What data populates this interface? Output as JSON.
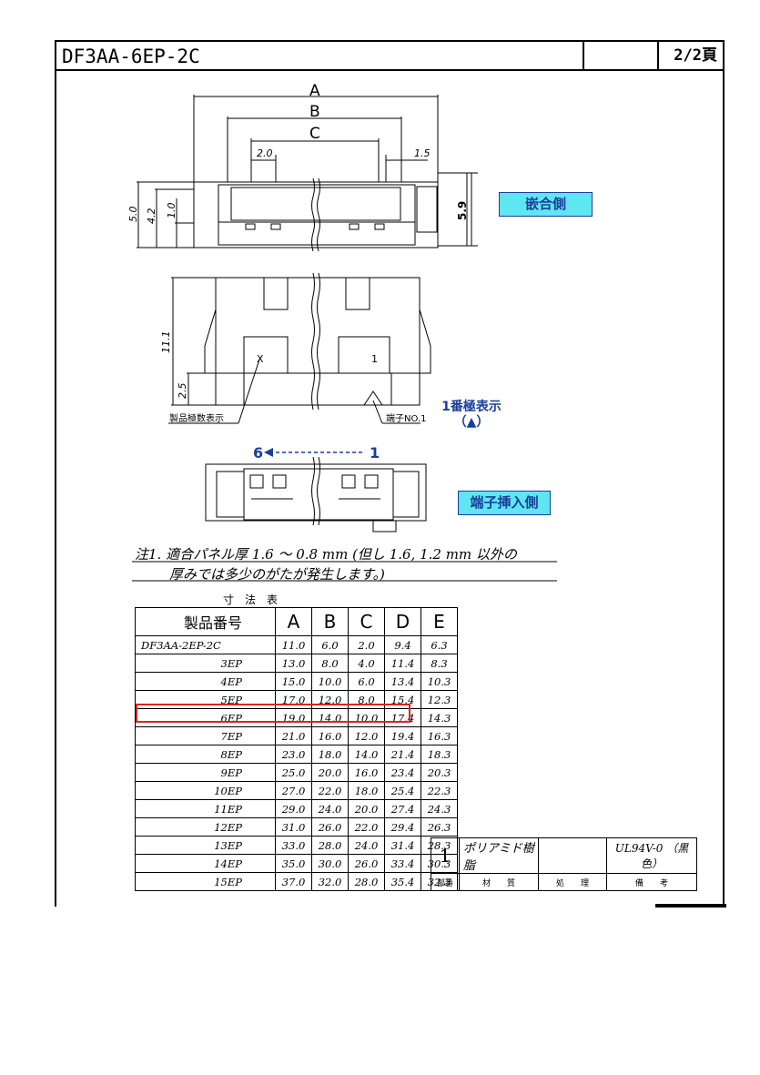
{
  "header": {
    "title": "DF3AA-6EP-2C",
    "page": "2/2頁"
  },
  "drawing": {
    "dims": {
      "A": "A",
      "B": "B",
      "C": "C",
      "pitch": "2.0",
      "d15": "1.5",
      "d50": "5.0",
      "d42": "4.2",
      "d10": "1.0",
      "d59": "5.9",
      "d111": "11.1",
      "d25": "2.5"
    },
    "side_mating": "嵌合側",
    "side_insert": "端子挿入側",
    "pin1_note": "1番極表示",
    "pin1_mark": "（▲）",
    "pin_label_left": "製品極数表示",
    "pin_label_right": "端子NO.1",
    "pin_mark_x": "X",
    "pin_mark_1": "1",
    "arrow_from": "6",
    "arrow_to": "1"
  },
  "note": {
    "line1": "注1.  適合パネル厚  1.6 ～ 0.8 mm (但し 1.6, 1.2 mm 以外の",
    "line2": "厚みでは多少のがたが発生します。)"
  },
  "dimension_table": {
    "title": "寸法表",
    "headers": [
      "製品番号",
      "A",
      "B",
      "C",
      "D",
      "E"
    ],
    "rows": [
      [
        "DF3AA-2EP-2C",
        "11.0",
        "6.0",
        "2.0",
        "9.4",
        "6.3"
      ],
      [
        "3EP",
        "13.0",
        "8.0",
        "4.0",
        "11.4",
        "8.3"
      ],
      [
        "4EP",
        "15.0",
        "10.0",
        "6.0",
        "13.4",
        "10.3"
      ],
      [
        "5EP",
        "17.0",
        "12.0",
        "8.0",
        "15.4",
        "12.3"
      ],
      [
        "6EP",
        "19.0",
        "14.0",
        "10.0",
        "17.4",
        "14.3"
      ],
      [
        "7EP",
        "21.0",
        "16.0",
        "12.0",
        "19.4",
        "16.3"
      ],
      [
        "8EP",
        "23.0",
        "18.0",
        "14.0",
        "21.4",
        "18.3"
      ],
      [
        "9EP",
        "25.0",
        "20.0",
        "16.0",
        "23.4",
        "20.3"
      ],
      [
        "10EP",
        "27.0",
        "22.0",
        "18.0",
        "25.4",
        "22.3"
      ],
      [
        "11EP",
        "29.0",
        "24.0",
        "20.0",
        "27.4",
        "24.3"
      ],
      [
        "12EP",
        "31.0",
        "26.0",
        "22.0",
        "29.4",
        "26.3"
      ],
      [
        "13EP",
        "33.0",
        "28.0",
        "24.0",
        "31.4",
        "28.3"
      ],
      [
        "14EP",
        "35.0",
        "30.0",
        "26.0",
        "33.4",
        "30.3"
      ],
      [
        "15EP",
        "37.0",
        "32.0",
        "28.0",
        "35.4",
        "32.3"
      ]
    ],
    "highlight_row": "6EP"
  },
  "material_table": {
    "row": {
      "no": "1",
      "material": "ポリアミド樹脂",
      "process": "",
      "remark": "UL94V-0 （黒色）"
    },
    "labels": [
      "部番",
      "材　　質",
      "処　　理",
      "備　　考"
    ]
  },
  "colors": {
    "label_fill": "#5ee6f2",
    "label_text": "#1a3e9b",
    "highlight": "#dd2222"
  }
}
